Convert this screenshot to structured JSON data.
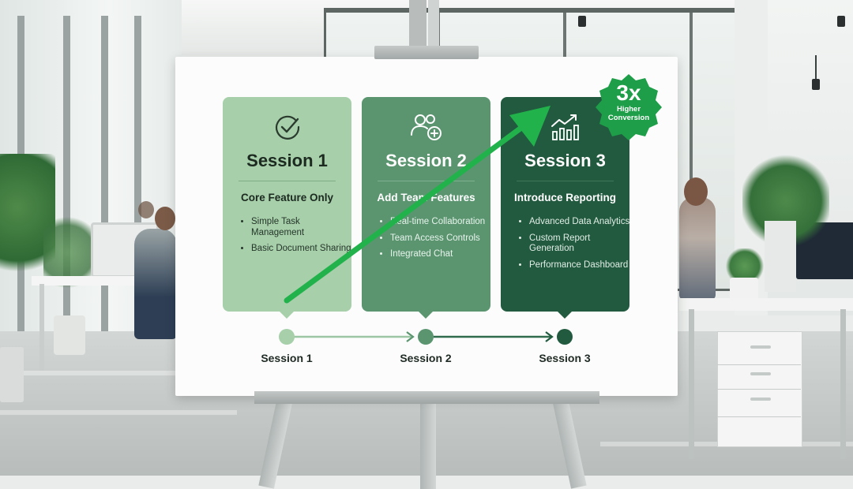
{
  "cards": [
    {
      "title": "Session 1",
      "subtitle": "Core Feature Only",
      "icon": "check-circle-icon",
      "items": [
        "Simple Task Management",
        "Basic Document Sharing"
      ]
    },
    {
      "title": "Session 2",
      "subtitle": "Add Team Features",
      "icon": "add-users-icon",
      "items": [
        "Real-time Collaboration",
        "Team Access Controls",
        "Integrated Chat"
      ]
    },
    {
      "title": "Session 3",
      "subtitle": "Introduce Reporting",
      "icon": "growth-chart-icon",
      "items": [
        "Advanced Data Analytics",
        "Custom Report Generation",
        "Performance Dashboard"
      ]
    }
  ],
  "badge": {
    "value": "3x",
    "line1": "Higher",
    "line2": "Conversion"
  },
  "timeline": [
    "Session 1",
    "Session 2",
    "Session 3"
  ],
  "colors": {
    "card_1": "#a6cfaa",
    "card_2": "#5a9570",
    "card_3": "#215a3e",
    "growth_arrow": "#22b24c",
    "badge": "#1e9e48"
  }
}
